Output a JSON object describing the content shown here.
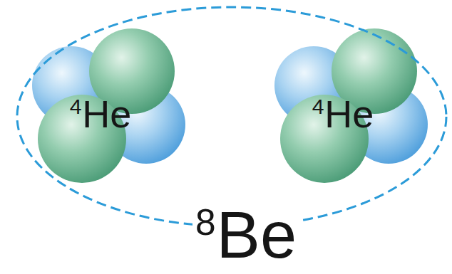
{
  "diagram": {
    "nodes": [
      {
        "text": [
          "8Be"
        ]
      },
      {
        "text": [
          "4He"
        ],
        "in": 0
      },
      {
        "text": [
          "4He"
        ],
        "in": 0
      }
    ]
  }
}
